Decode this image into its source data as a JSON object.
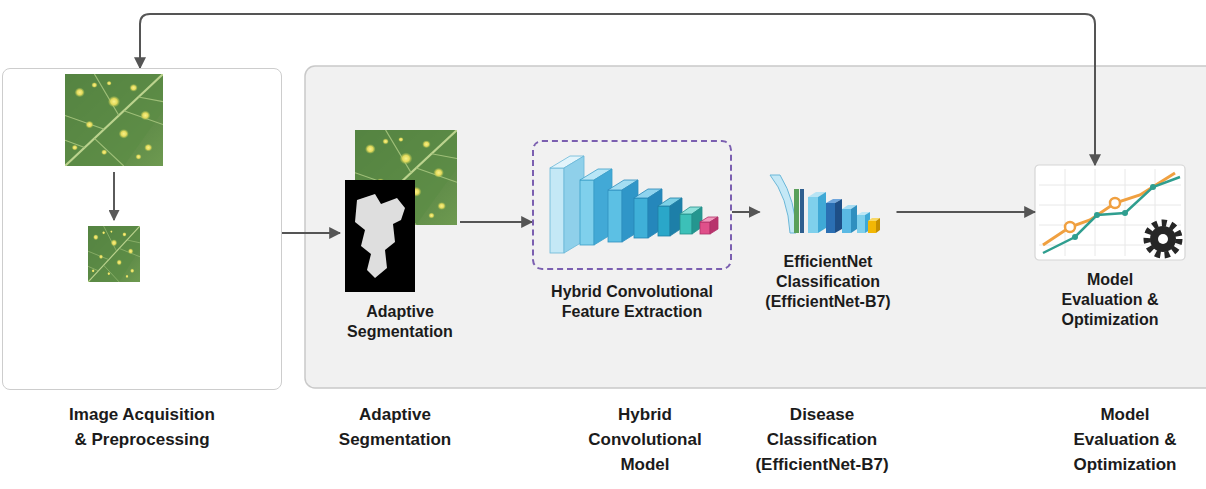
{
  "diagram": {
    "nodes": [
      {
        "text": [
          "Image Acquisition & Preprocessing"
        ]
      },
      {
        "text": [
          "Adaptive Segmentation"
        ]
      },
      {
        "text": [
          "Hybrid Convolutional Feature Extraction"
        ]
      },
      {
        "text": [
          "EfficientNet Classification (EfficientNet-B7)"
        ]
      },
      {
        "text": [
          "Model Evaluation & Optimization"
        ]
      }
    ],
    "edges": [
      {
        "from": 0,
        "to": 1,
        "arrow": "to"
      },
      {
        "from": 1,
        "to": 2,
        "arrow": "to"
      },
      {
        "from": 2,
        "to": 3,
        "arrow": "to"
      },
      {
        "from": 3,
        "to": 4,
        "arrow": "to"
      },
      {
        "from": 0,
        "to": 4,
        "arrow": "both"
      }
    ],
    "labels": [
      "Adaptive Segmentation",
      "Hybrid Convolutional Model",
      "Disease Classification (EfficientNet-B7)",
      "Model Evaluation & Optimization"
    ]
  }
}
